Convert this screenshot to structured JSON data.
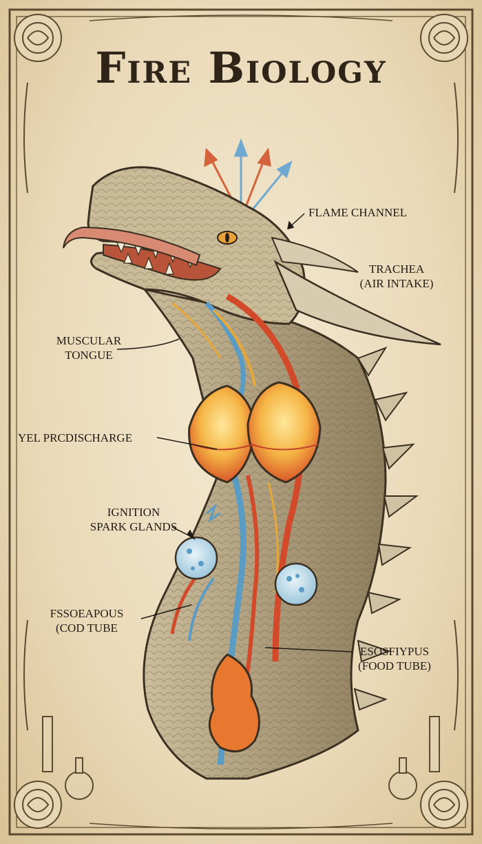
{
  "title": "Fire Biology",
  "labels": {
    "flame_channel": "FLAME CHANNEL",
    "trachea": [
      "TRACHEA",
      "(AIR INTAKE)"
    ],
    "muscular_tongue": [
      "MUSCULAR",
      "TONGUE"
    ],
    "predischarge": "YEL PRCDISCHARGE",
    "ignition": [
      "IGNITION",
      "SPARK GLANDS"
    ],
    "esophagus_left": [
      "FSSOEAPOUS",
      "(COD TUBE"
    ],
    "esophagus_right": [
      "ESOSFIYPUS",
      "(FOOD TUBE)"
    ]
  },
  "colors": {
    "parchment": "#efe3c8",
    "ink": "#2e2418",
    "artery": "#d24a2a",
    "vein": "#5b9cc4",
    "gland": "#f2a33a",
    "scale": "#a89674"
  }
}
